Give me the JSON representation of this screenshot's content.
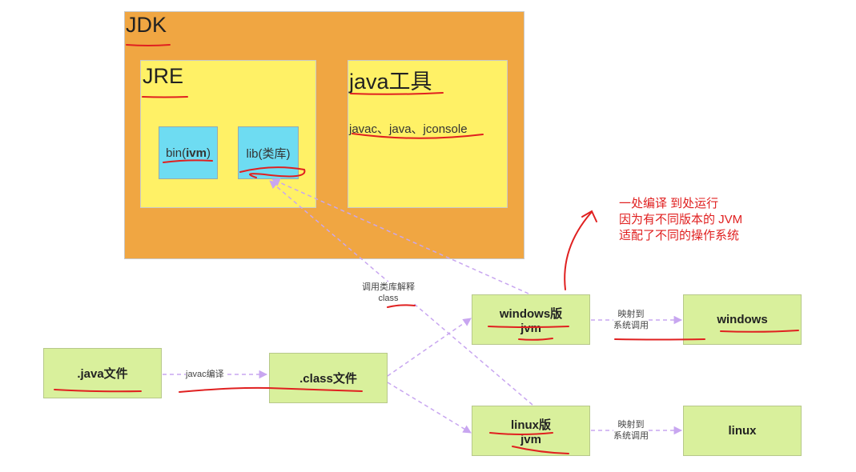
{
  "jdk": {
    "title": "JDK"
  },
  "jre": {
    "title": "JRE",
    "bin": {
      "prefix": "bin(",
      "bold": "ivm",
      "suffix": ")"
    },
    "lib": {
      "label": "lib(类库)"
    }
  },
  "tools": {
    "title": "java工具",
    "list": "javac、java、jconsole"
  },
  "nodes": {
    "java_file": ".java文件",
    "class_file": ".class文件",
    "windows_jvm": {
      "line1": "windows版",
      "line2": "jvm"
    },
    "linux_jvm": {
      "line1": "linux版",
      "line2": "jvm"
    },
    "windows": "windows",
    "linux": "linux"
  },
  "edges": {
    "compile": "javac编译",
    "call_lib": {
      "line1": "调用类库解释",
      "line2": "class"
    },
    "map_windows": {
      "line1": "映射到",
      "line2": "系统调用"
    },
    "map_linux": {
      "line1": "映射到",
      "line2": "系统调用"
    }
  },
  "annotation": {
    "line1": "一处编译 到处运行",
    "line2": "因为有不同版本的 JVM",
    "line3": "适配了不同的操作系统"
  },
  "colors": {
    "jdk": "#f0a642",
    "container": "#fff166",
    "lib_box": "#6edcf2",
    "node": "#d9f09c",
    "arrow": "#c8a6f0",
    "ink": "#e02020"
  }
}
